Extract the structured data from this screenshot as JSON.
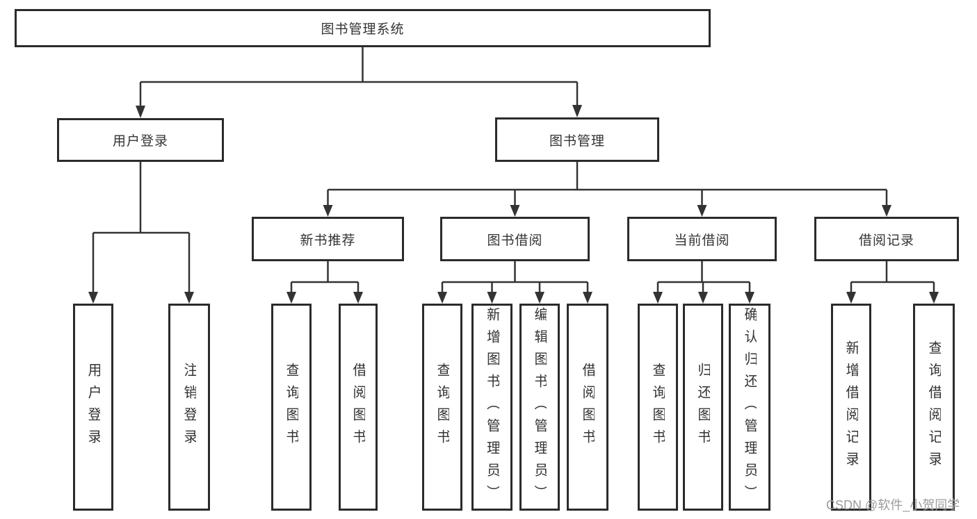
{
  "diagram": {
    "root": {
      "label": "图书管理系统"
    },
    "branches": [
      {
        "label": "用户登录",
        "children": [
          {
            "label": "用户登录"
          },
          {
            "label": "注销登录"
          }
        ]
      },
      {
        "label": "图书管理",
        "children": [
          {
            "label": "新书推荐",
            "children": [
              {
                "label": "查询图书"
              },
              {
                "label": "借阅图书"
              }
            ]
          },
          {
            "label": "图书借阅",
            "children": [
              {
                "label": "查询图书"
              },
              {
                "label": "新增图书（管理员）"
              },
              {
                "label": "编辑图书（管理员）"
              },
              {
                "label": "借阅图书"
              }
            ]
          },
          {
            "label": "当前借阅",
            "children": [
              {
                "label": "查询图书"
              },
              {
                "label": "归还图书"
              },
              {
                "label": "确认归还（管理员）"
              }
            ]
          },
          {
            "label": "借阅记录",
            "children": [
              {
                "label": "新增借阅记录"
              },
              {
                "label": "查询借阅记录"
              }
            ]
          }
        ]
      }
    ]
  },
  "colors": {
    "line": "#333333",
    "box_border": "#2b2b2b",
    "text": "#333333",
    "watermark": "#9b9b9b",
    "background": "#ffffff"
  },
  "watermark": {
    "text": "CSDN @软件_小贺同学"
  }
}
